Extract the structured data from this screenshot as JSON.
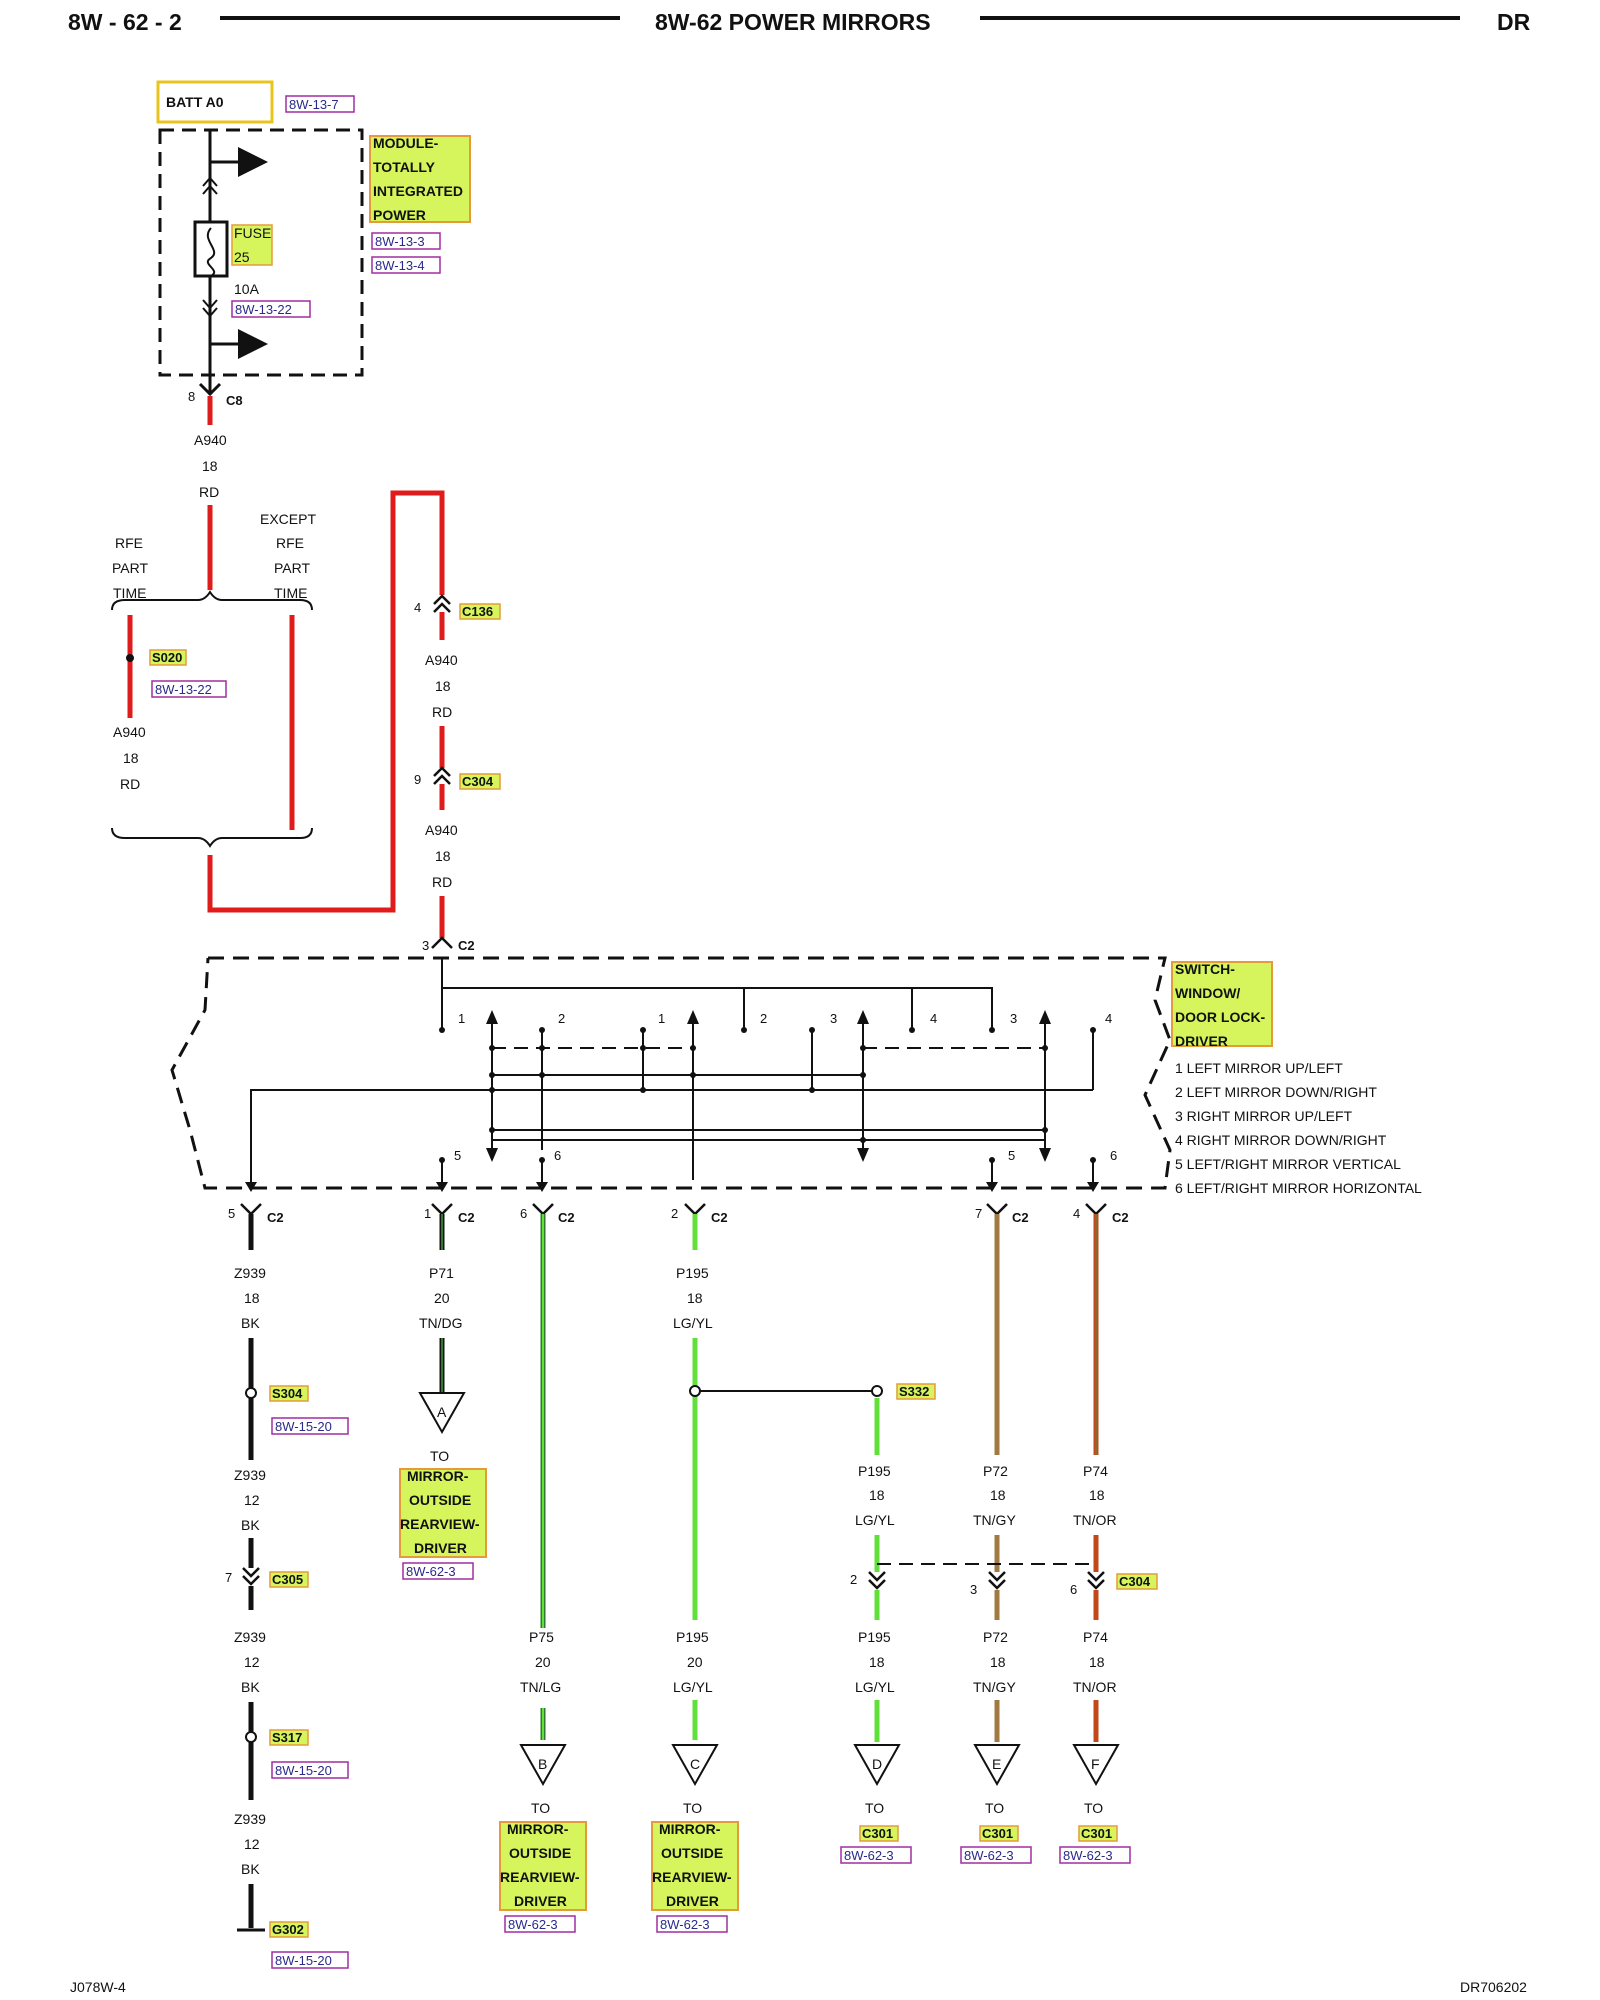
{
  "header": {
    "left": "8W - 62 - 2",
    "center": "8W-62 POWER MIRRORS",
    "right": "DR"
  },
  "footer": {
    "left": "J078W-4",
    "right": "DR706202"
  },
  "colors": {
    "red": "#e01b1b",
    "green": "#62e03a",
    "tan": "#a07a40",
    "orange": "#c2471a",
    "black": "#111111",
    "highlight": "#d6f55c",
    "highlight_border": "#e59b3a",
    "ref_border": "#a02da0",
    "batt_border": "#e8c51c"
  },
  "labels": {
    "batt": "BATT A0",
    "ref_13_7": "8W-13-7",
    "module": [
      "MODULE-",
      "TOTALLY",
      "INTEGRATED",
      "POWER"
    ],
    "ref_13_3": "8W-13-3",
    "ref_13_4": "8W-13-4",
    "fuse": [
      "FUSE",
      "25"
    ],
    "fuse_amps": "10A",
    "ref_13_22a": "8W-13-22",
    "c8_pin": "8",
    "c8": "C8",
    "w_a940_1": [
      "A940",
      "18",
      "RD"
    ],
    "rfe": [
      "RFE",
      "PART",
      "TIME"
    ],
    "except_rfe": [
      "EXCEPT",
      "RFE",
      "PART",
      "TIME"
    ],
    "s020": "S020",
    "ref_13_22b": "8W-13-22",
    "w_a940_2": [
      "A940",
      "18",
      "RD"
    ],
    "c136_pin": "4",
    "c136": "C136",
    "w_a940_3": [
      "A940",
      "18",
      "RD"
    ],
    "c304_pin": "9",
    "c304": "C304",
    "w_a940_4": [
      "A940",
      "18",
      "RD"
    ],
    "c2_top_pin": "3",
    "c2_top": "C2",
    "switch": [
      "SWITCH-",
      "WINDOW/",
      "DOOR LOCK-",
      "DRIVER"
    ],
    "legend": [
      "1 LEFT MIRROR UP/LEFT",
      "2 LEFT MIRROR DOWN/RIGHT",
      "3 RIGHT MIRROR UP/LEFT",
      "4 RIGHT MIRROR DOWN/RIGHT",
      "5 LEFT/RIGHT MIRROR VERTICAL",
      "6 LEFT/RIGHT MIRROR HORIZONTAL"
    ],
    "sw_pins": [
      "1",
      "2",
      "1",
      "2",
      "3",
      "4",
      "3",
      "4",
      "5",
      "6",
      "5",
      "6"
    ],
    "c2_pins": [
      "5",
      "1",
      "6",
      "2",
      "7",
      "4"
    ],
    "c2": "C2",
    "w_z939_1": [
      "Z939",
      "18",
      "BK"
    ],
    "s304": "S304",
    "ref_15_20a": "8W-15-20",
    "w_z939_2": [
      "Z939",
      "12",
      "BK"
    ],
    "c305_pin": "7",
    "c305": "C305",
    "w_z939_3": [
      "Z939",
      "12",
      "BK"
    ],
    "s317": "S317",
    "ref_15_20b": "8W-15-20",
    "w_z939_4": [
      "Z939",
      "12",
      "BK"
    ],
    "g302": "G302",
    "ref_15_20c": "8W-15-20",
    "w_p71": [
      "P71",
      "20",
      "TN/DG"
    ],
    "arrow_a": "A",
    "to": "TO",
    "mirror": [
      "MIRROR-",
      "OUTSIDE",
      "REARVIEW-",
      "DRIVER"
    ],
    "ref_62_3": "8W-62-3",
    "w_p75": [
      "P75",
      "20",
      "TN/LG"
    ],
    "arrow_b": "B",
    "w_p195_1": [
      "P195",
      "18",
      "LG/YL"
    ],
    "w_p195_2": [
      "P195",
      "20",
      "LG/YL"
    ],
    "arrow_c": "C",
    "s332": "S332",
    "w_p195_3": [
      "P195",
      "18",
      "LG/YL"
    ],
    "w_p72_1": [
      "P72",
      "18",
      "TN/GY"
    ],
    "w_p74_1": [
      "P74",
      "18",
      "TN/OR"
    ],
    "c304b_pins": [
      "2",
      "3",
      "6"
    ],
    "c304b": "C304",
    "w_p195_4": [
      "P195",
      "18",
      "LG/YL"
    ],
    "w_p72_2": [
      "P72",
      "18",
      "TN/GY"
    ],
    "w_p74_2": [
      "P74",
      "18",
      "TN/OR"
    ],
    "arrow_d": "D",
    "arrow_e": "E",
    "arrow_f": "F",
    "c301": "C301"
  }
}
